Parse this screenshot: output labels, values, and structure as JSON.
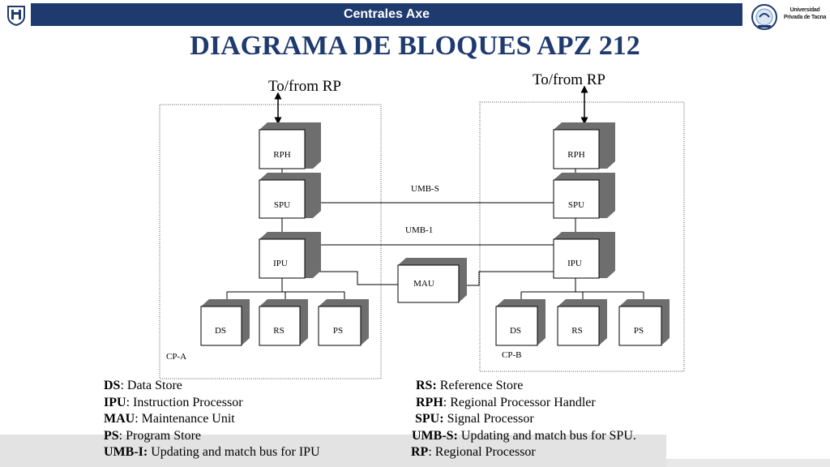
{
  "header": {
    "title": "Centrales Axe"
  },
  "university": {
    "line1": "Universidad",
    "line2": "Privada de Tacna"
  },
  "slide": {
    "title": "DIAGRAMA DE BLOQUES APZ 212"
  },
  "diagram": {
    "rp_left": "To/from RP",
    "rp_right": "To/from RP",
    "cp_a": {
      "label": "CP-A",
      "rph": "RPH",
      "spu": "SPU",
      "ipu": "IPU",
      "ds": "DS",
      "rs": "RS",
      "ps": "PS"
    },
    "cp_b": {
      "label": "CP-B",
      "rph": "RPH",
      "spu": "SPU",
      "ipu": "IPU",
      "ds": "DS",
      "rs": "RS",
      "ps": "PS"
    },
    "umb_s": "UMB-S",
    "umb_1": "UMB-1",
    "mau": "MAU"
  },
  "legend_left": [
    {
      "key": "DS",
      "text": ": Data Store"
    },
    {
      "key": "IPU",
      "text": ": Instruction Processor"
    },
    {
      "key": "MAU",
      "text": ": Maintenance Unit"
    },
    {
      "key": "PS",
      "text": ":  Program Store"
    },
    {
      "key": "UMB-I:",
      "text": " Updating and match bus for IPU"
    }
  ],
  "legend_right": [
    {
      "key": "RS:",
      "text": " Reference Store"
    },
    {
      "key": "RPH",
      "text": ": Regional Processor Handler"
    },
    {
      "key": "SPU:",
      "text": " Signal Processor"
    },
    {
      "key": "UMB-S:",
      "text": " Updating and match bus for SPU."
    },
    {
      "key": "RP",
      "text": ": Regional Processor"
    }
  ],
  "colors": {
    "header_bg": "#1f3a6e",
    "title": "#1f3a6e"
  }
}
